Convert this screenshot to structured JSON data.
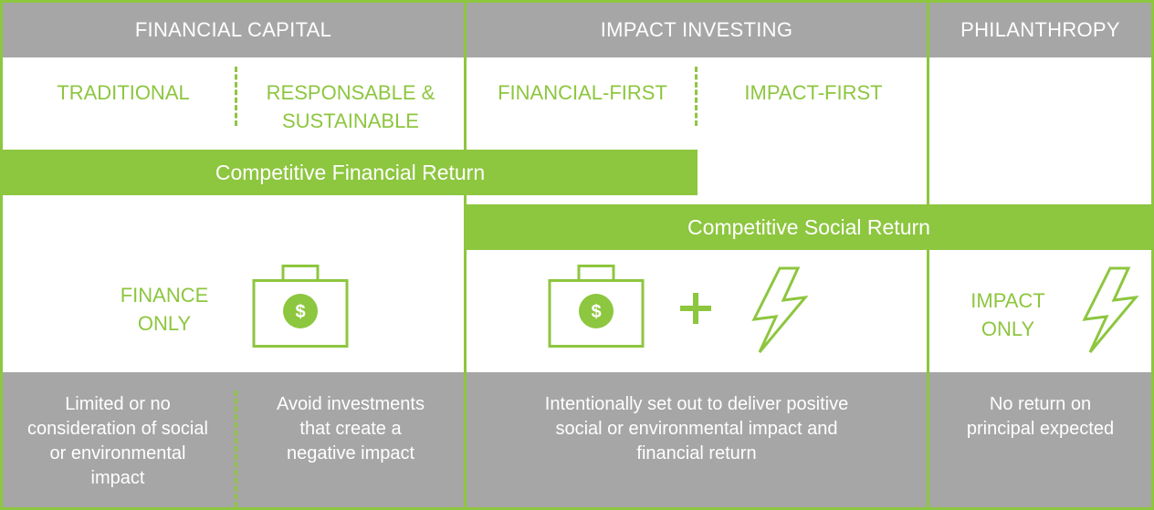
{
  "headers": {
    "financial_capital": "FINANCIAL CAPITAL",
    "impact_investing": "IMPACT INVESTING",
    "philanthropy": "PHILANTHROPY"
  },
  "subheaders": {
    "traditional": "TRADITIONAL",
    "responsable_line1": "RESPONSABLE &",
    "responsable_line2": "SUSTAINABLE",
    "financial_first": "FINANCIAL-FIRST",
    "impact_first": "IMPACT-FIRST"
  },
  "bars": {
    "financial_return": "Competitive Financial Return",
    "social_return": "Competitive Social Return"
  },
  "labels": {
    "finance_only_line1": "FINANCE",
    "finance_only_line2": "ONLY",
    "impact_only_line1": "IMPACT",
    "impact_only_line2": "ONLY",
    "plus": "+",
    "dollar": "$"
  },
  "icons": [
    "money-bag-icon",
    "lightning-bolt-icon",
    "plus-icon"
  ],
  "descriptions": {
    "traditional": [
      "Limited or no",
      "consideration of social",
      "or environmental",
      "impact"
    ],
    "responsable": [
      "Avoid investments",
      "that create a",
      "negative impact"
    ],
    "impact_investing": [
      "Intentionally set out to deliver positive",
      "social or environmental impact and",
      "financial return"
    ],
    "philanthropy": [
      "No return on",
      "principal expected"
    ]
  },
  "colors": {
    "accent_green": "#8dc63f",
    "header_grey": "#a6a6a6",
    "text_white": "#ffffff"
  }
}
